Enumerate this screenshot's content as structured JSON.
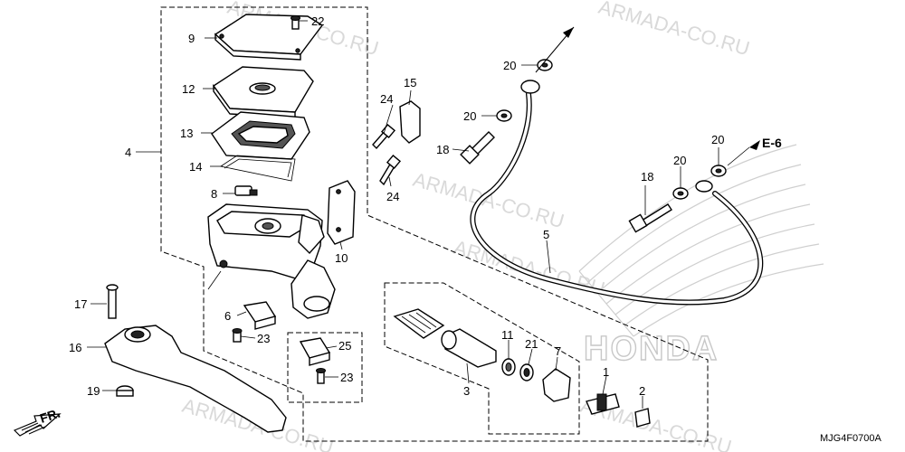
{
  "watermarks": [
    "ARMADA-CO.RU",
    "ARMADA-CO.RU",
    "ARMADA-CO.RU",
    "ARMADA-CO.RU",
    "ARMADA-CO.RU",
    "ARMADA-CO.RU"
  ],
  "brand_mark": "HONDA",
  "diagram_code": "MJG4F0700A",
  "reference": "E-6",
  "front_marker": "FR.",
  "callouts": {
    "c1": "1",
    "c2": "2",
    "c3": "3",
    "c4": "4",
    "c5": "5",
    "c6": "6",
    "c7": "7",
    "c8": "8",
    "c9": "9",
    "c10": "10",
    "c11": "11",
    "c12": "12",
    "c13": "13",
    "c14": "14",
    "c15": "15",
    "c16": "16",
    "c17": "17",
    "c18a": "18",
    "c18b": "18",
    "c19": "19",
    "c20a": "20",
    "c20b": "20",
    "c20c": "20",
    "c20d": "20",
    "c21": "21",
    "c22": "22",
    "c23a": "23",
    "c23b": "23",
    "c24a": "24",
    "c24b": "24",
    "c25": "25"
  }
}
